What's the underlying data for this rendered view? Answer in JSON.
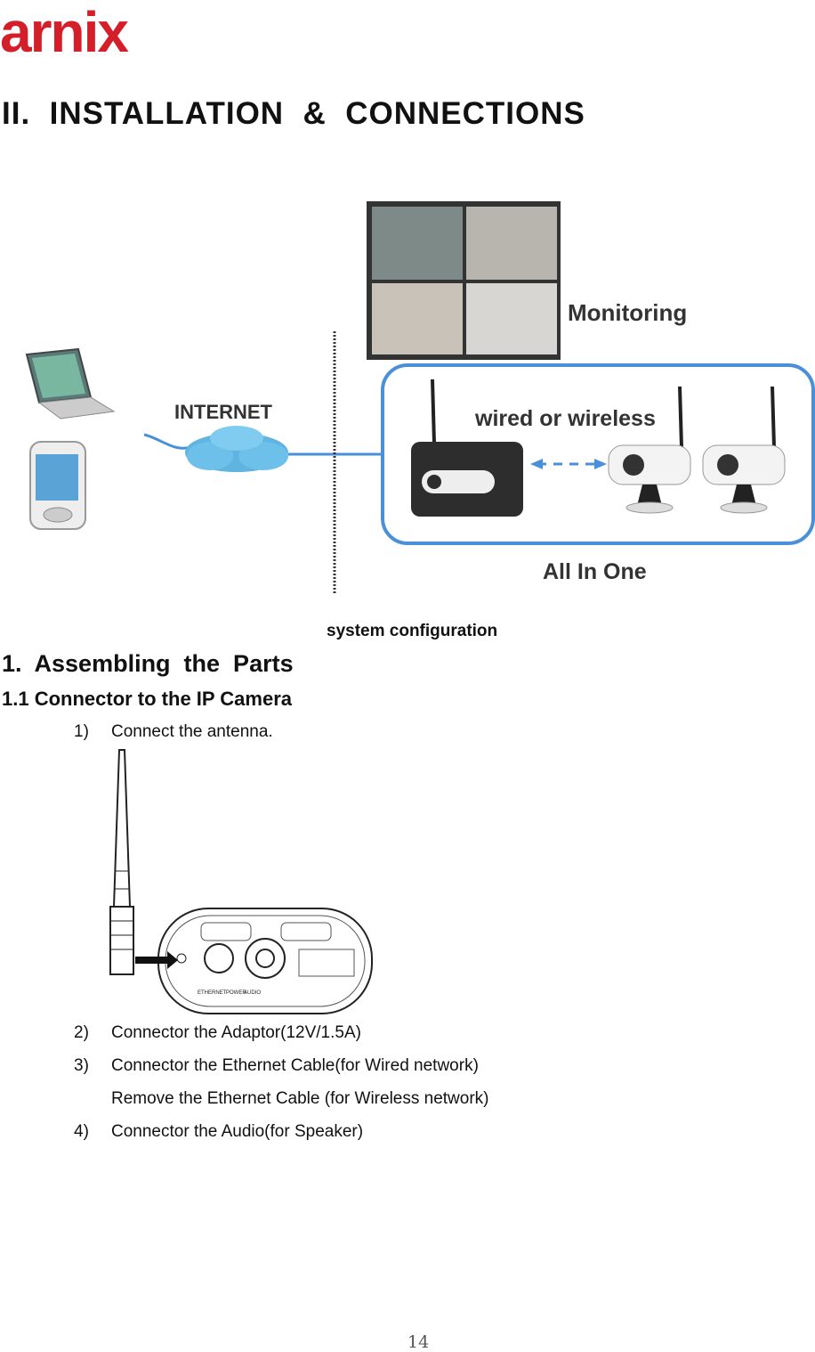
{
  "logo": {
    "text": "arnix",
    "color": "#d41f2b"
  },
  "section_title": "II.  INSTALLATION  &  CONNECTIONS",
  "diagram": {
    "monitoring_label": "Monitoring",
    "internet_label": "INTERNET",
    "wired_wireless_label": "wired or wireless",
    "all_in_one_label": "All In One",
    "accent_color": "#4a90d9"
  },
  "caption": "system configuration",
  "heading1": "1.  Assembling  the  Parts",
  "heading2": "1.1 Connector to the IP Camera",
  "steps": [
    {
      "num": "1)",
      "text": "Connect the antenna."
    },
    {
      "num": "2)",
      "text": "Connector the Adaptor(12V/1.5A)"
    },
    {
      "num": "3)",
      "text": "Connector the Ethernet Cable(for Wired network)"
    },
    {
      "num": "",
      "text": "Remove the Ethernet Cable (for Wireless network)"
    },
    {
      "num": "4)",
      "text": "Connector the Audio(for Speaker)"
    }
  ],
  "camera_ports": {
    "ethernet": "ETHERNET",
    "power": "POWER",
    "audio": "AUDIO"
  },
  "page_number": "14"
}
